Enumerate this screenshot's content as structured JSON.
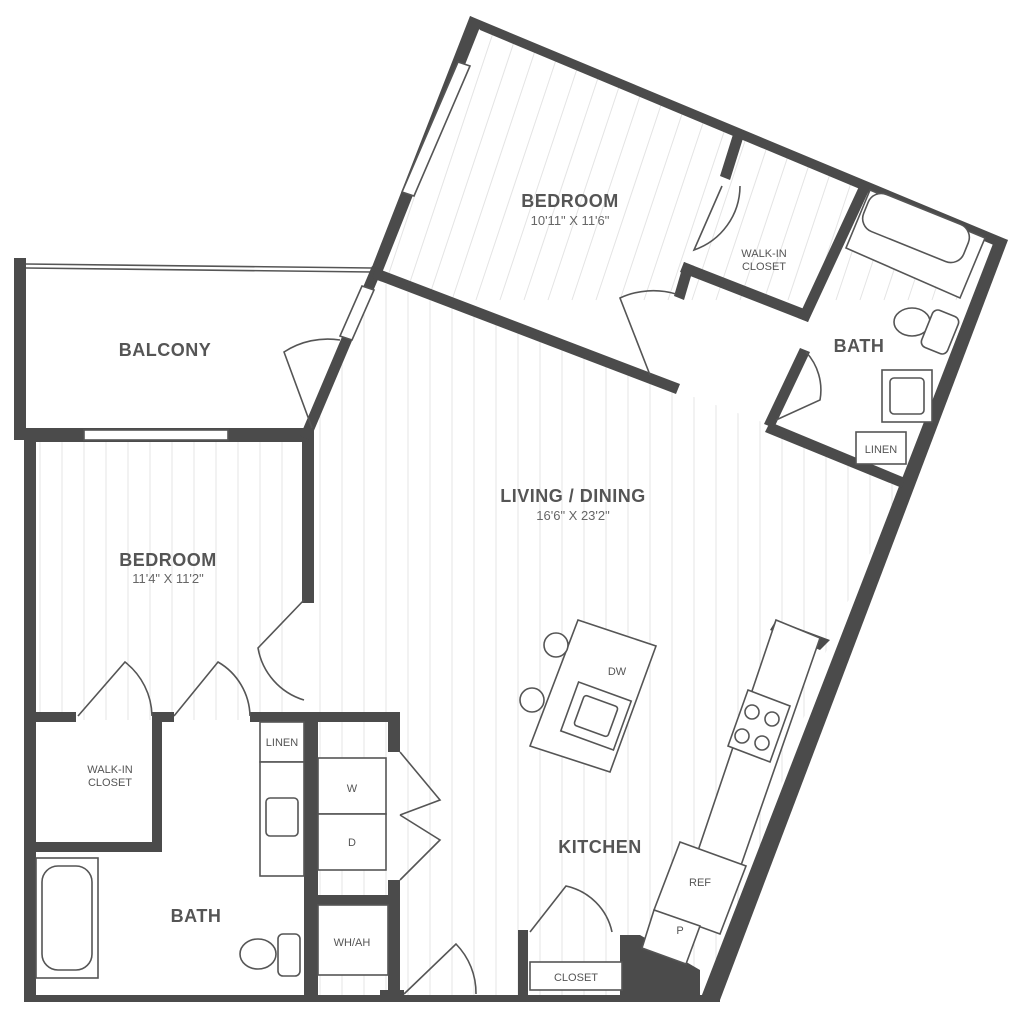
{
  "rooms": {
    "balcony": {
      "label": "BALCONY"
    },
    "bedroom_upper": {
      "label": "BEDROOM",
      "dims": "10'11\" X 11'6\""
    },
    "bedroom_left": {
      "label": "BEDROOM",
      "dims": "11'4\" X 11'2\""
    },
    "living": {
      "label": "LIVING / DINING",
      "dims": "16'6\" X 23'2\""
    },
    "bath_right": {
      "label": "BATH"
    },
    "bath_left": {
      "label": "BATH"
    },
    "kitchen": {
      "label": "KITCHEN"
    }
  },
  "fixtures": {
    "walkin_upper": [
      "WALK-IN",
      "CLOSET"
    ],
    "walkin_left": [
      "WALK-IN",
      "CLOSET"
    ],
    "linen_right": "LINEN",
    "linen_left": "LINEN",
    "washer": "W",
    "dryer": "D",
    "water_heater": "WH/AH",
    "dishwasher": "DW",
    "refrigerator": "REF",
    "pantry": "P",
    "closet": "CLOSET"
  },
  "colors": {
    "wall": "#4b4b4b",
    "floor_lines": "#e4e4e4"
  }
}
